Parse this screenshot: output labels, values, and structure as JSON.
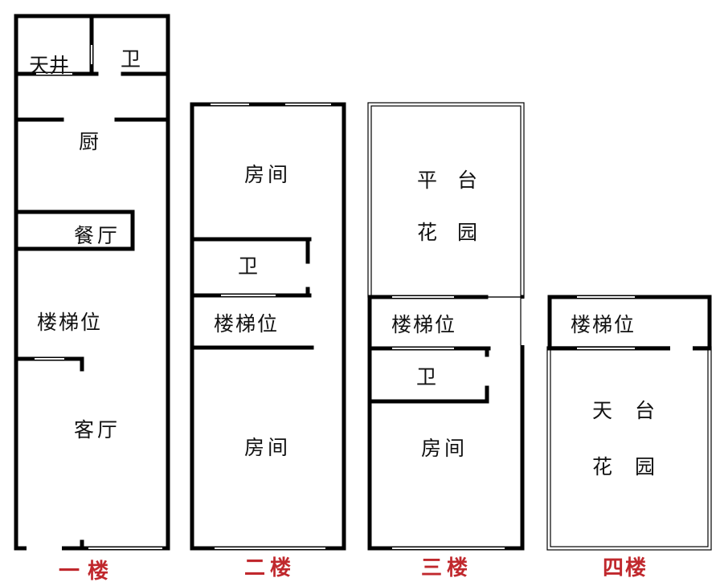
{
  "colors": {
    "wall": "#000000",
    "floor_label": "#c0282d"
  },
  "floors": [
    {
      "label": "一楼",
      "rooms": {
        "courtyard": "天井",
        "bath": "卫",
        "kitchen": "厨",
        "dining": "餐厅",
        "stairs": "楼梯位",
        "living": "客厅"
      }
    },
    {
      "label": "二楼",
      "rooms": {
        "room_top": "房间",
        "bath": "卫",
        "stairs": "楼梯位",
        "room_bottom": "房间"
      }
    },
    {
      "label": "三楼",
      "rooms": {
        "terrace_1": "平",
        "terrace_2": "台",
        "garden_1": "花",
        "garden_2": "园",
        "stairs": "楼梯位",
        "bath": "卫",
        "room": "房间"
      }
    },
    {
      "label": "四楼",
      "rooms": {
        "stairs": "楼梯位",
        "roof_1": "天",
        "roof_2": "台",
        "garden_1": "花",
        "garden_2": "园"
      }
    }
  ]
}
